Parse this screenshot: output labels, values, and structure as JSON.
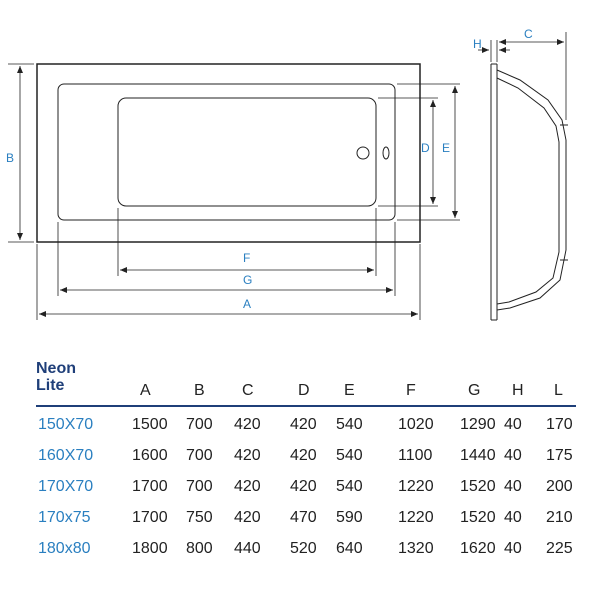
{
  "dimension_labels": {
    "A": "A",
    "B": "B",
    "C": "C",
    "D": "D",
    "E": "E",
    "F": "F",
    "G": "G",
    "H": "H"
  },
  "table": {
    "title_line1": "Neon",
    "title_line2": "Lite",
    "columns": [
      "A",
      "B",
      "C",
      "D",
      "E",
      "F",
      "G",
      "H",
      "L"
    ],
    "rows": [
      {
        "model": "150X70",
        "values": [
          "1500",
          "700",
          "420",
          "420",
          "540",
          "1020",
          "1290",
          "40",
          "170"
        ]
      },
      {
        "model": "160X70",
        "values": [
          "1600",
          "700",
          "420",
          "420",
          "540",
          "1100",
          "1440",
          "40",
          "175"
        ]
      },
      {
        "model": "170X70",
        "values": [
          "1700",
          "700",
          "420",
          "420",
          "540",
          "1220",
          "1520",
          "40",
          "200"
        ]
      },
      {
        "model": "170x75",
        "values": [
          "1700",
          "750",
          "420",
          "470",
          "590",
          "1220",
          "1520",
          "40",
          "210"
        ]
      },
      {
        "model": "180x80",
        "values": [
          "1800",
          "800",
          "440",
          "520",
          "640",
          "1320",
          "1620",
          "40",
          "225"
        ]
      }
    ]
  },
  "colors": {
    "label_blue": "#2a7fc0",
    "title_navy": "#1f3f79",
    "line": "#222222"
  }
}
